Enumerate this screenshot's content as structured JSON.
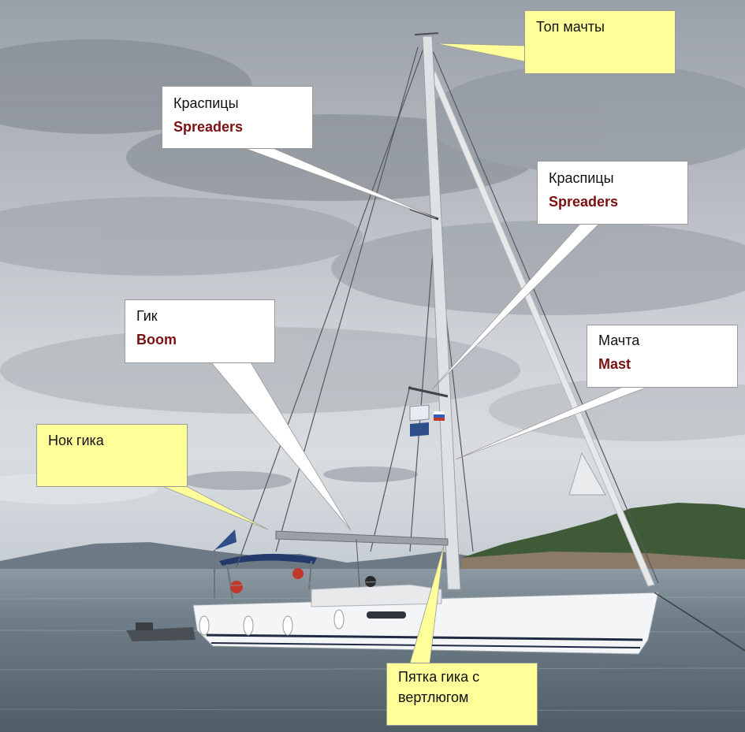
{
  "labels": {
    "masthead": {
      "ru": "Топ мачты"
    },
    "spreaders_upper": {
      "ru": "Краспицы",
      "en": "Spreaders"
    },
    "spreaders_lower": {
      "ru": "Краспицы",
      "en": "Spreaders"
    },
    "boom": {
      "ru": "Гик",
      "en": "Boom"
    },
    "mast": {
      "ru": "Мачта",
      "en": "Mast"
    },
    "boom_end": {
      "ru": "Нок гика"
    },
    "gooseneck": {
      "ru": "Пятка гика с вертлюгом"
    }
  },
  "colors": {
    "callout_white": "#ffffff",
    "callout_yellow": "#ffff99",
    "english_text": "#7a1010",
    "hull": "#f4f5f6",
    "water": "#5f6e78"
  }
}
